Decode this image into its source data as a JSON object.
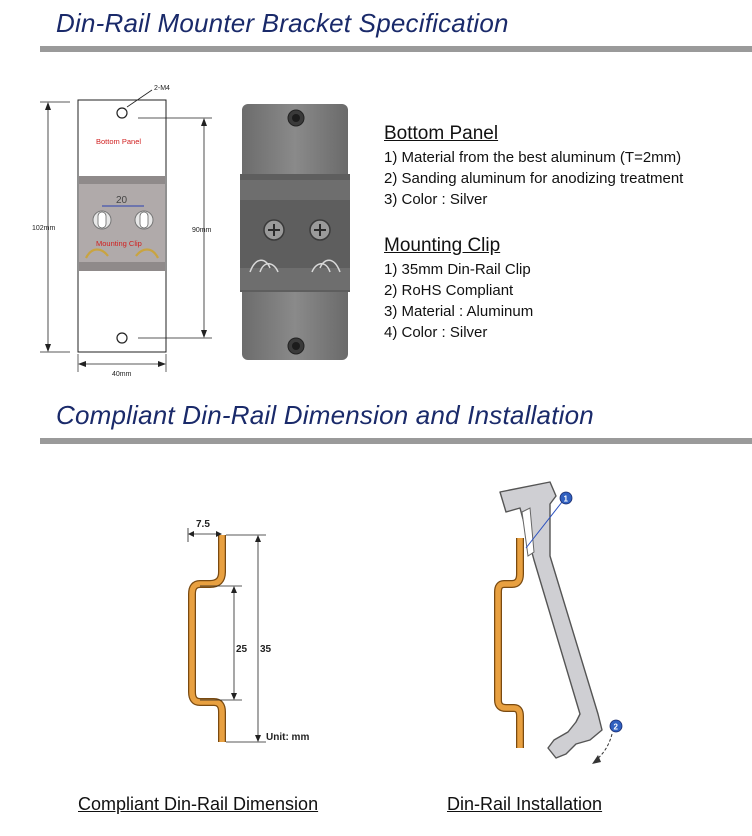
{
  "section1": {
    "title": "Din-Rail Mounter Bracket Specification",
    "drawing": {
      "hole_label": "2-M4",
      "panel_label": "Bottom Panel",
      "clip_label": "Mounting Clip",
      "height_total": "102mm",
      "height_inner": "90mm",
      "width": "40mm",
      "hole_spacing": "20"
    },
    "bottom_panel": {
      "heading": "Bottom Panel",
      "items": [
        "1) Material from the best aluminum (T=2mm)",
        "2) Sanding aluminum for anodizing treatment",
        "3) Color : Silver"
      ]
    },
    "mounting_clip": {
      "heading": "Mounting Clip",
      "items": [
        "1) 35mm Din-Rail Clip",
        "2) RoHS Compliant",
        "3) Material : Aluminum",
        "4) Color : Silver"
      ]
    }
  },
  "section2": {
    "title": "Compliant Din-Rail Dimension and Installation",
    "dimension": {
      "top_width": "7.5",
      "inner_height": "25",
      "total_height": "35",
      "unit": "Unit: mm",
      "caption": "Compliant Din-Rail Dimension"
    },
    "installation": {
      "marker1": "1",
      "marker2": "2",
      "caption": "Din-Rail Installation"
    }
  },
  "colors": {
    "title_blue": "#1a2a6a",
    "rule_gray": "#9a9a9a",
    "rail_orange": "#e8a040",
    "label_red": "#d02020",
    "marker_blue": "#3060c0"
  }
}
